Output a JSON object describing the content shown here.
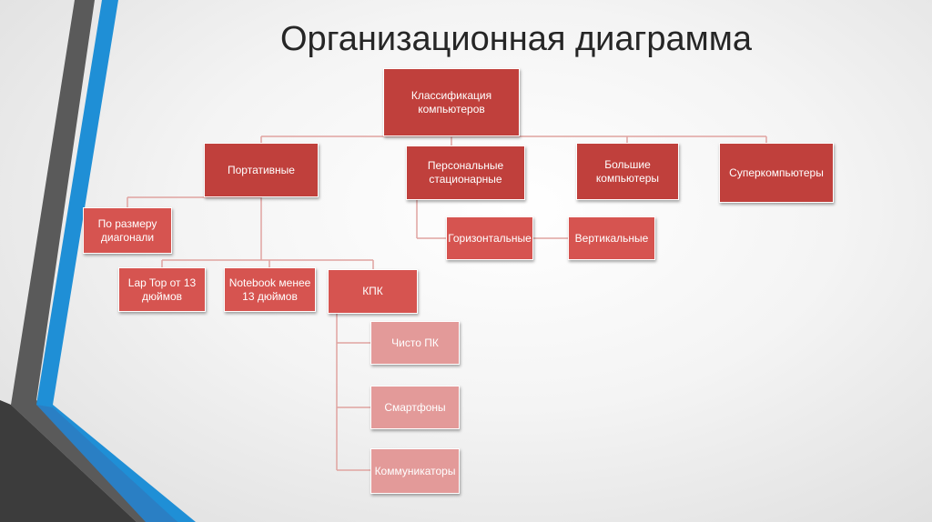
{
  "title": "Организационная диаграмма",
  "colors": {
    "root": "#c0403c",
    "level": "#d65450",
    "leaf": "#e39a99",
    "connector": "#e0a3a0",
    "accent_blue": "#1f8fd6",
    "accent_gray": "#5a5a5a"
  },
  "nodes": {
    "root": "Классификация\nкомпьютеров",
    "portable": "Портативные",
    "personal": "Персональные\nстационарные",
    "large": "Большие\nкомпьютеры",
    "super": "Суперкомпьютеры",
    "by_diagonal": "По размеру\nдиагонали",
    "horizontal": "Горизонтальные",
    "vertical": "Вертикальные",
    "laptop": "Lap Top от 13\nдюймов",
    "notebook": "Notebook менее\n13 дюймов",
    "kpk": "КПК",
    "pure_pc": "Чисто ПК",
    "smartphones": "Смартфоны",
    "communicators": "Коммуникаторы"
  }
}
